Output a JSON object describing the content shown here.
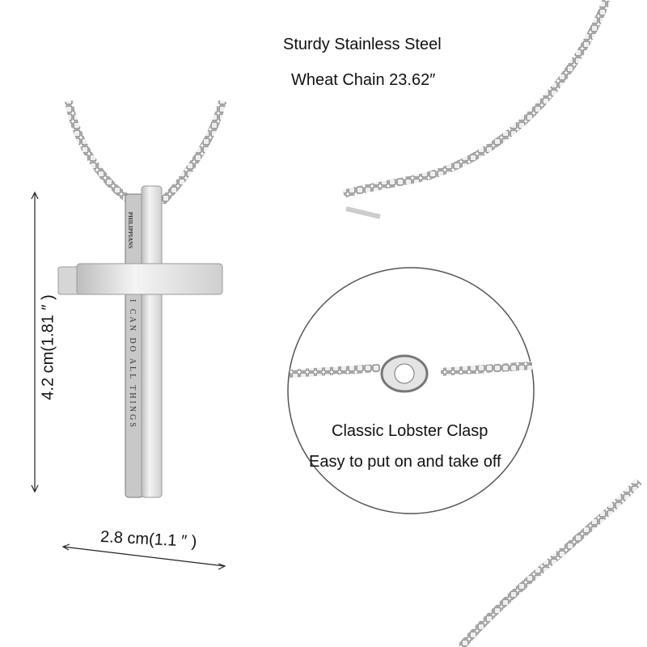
{
  "chain_caption": {
    "line1": "Sturdy Stainless Steel",
    "line2": "Wheat Chain 23.62″"
  },
  "clasp_caption": {
    "line1": "Classic Lobster Clasp",
    "line2": "Easy to put on and take off"
  },
  "dimensions": {
    "height": "4.2 cm(1.81 ″ )",
    "width": "2.8 cm(1.1 ″ )"
  },
  "engraving": {
    "top": "PHILIPPIANS",
    "main": "I CAN DO ALL THINGS"
  },
  "colors": {
    "metal": "#d9d9d9",
    "metal_dark": "#8a8a8a",
    "text": "#111111"
  }
}
